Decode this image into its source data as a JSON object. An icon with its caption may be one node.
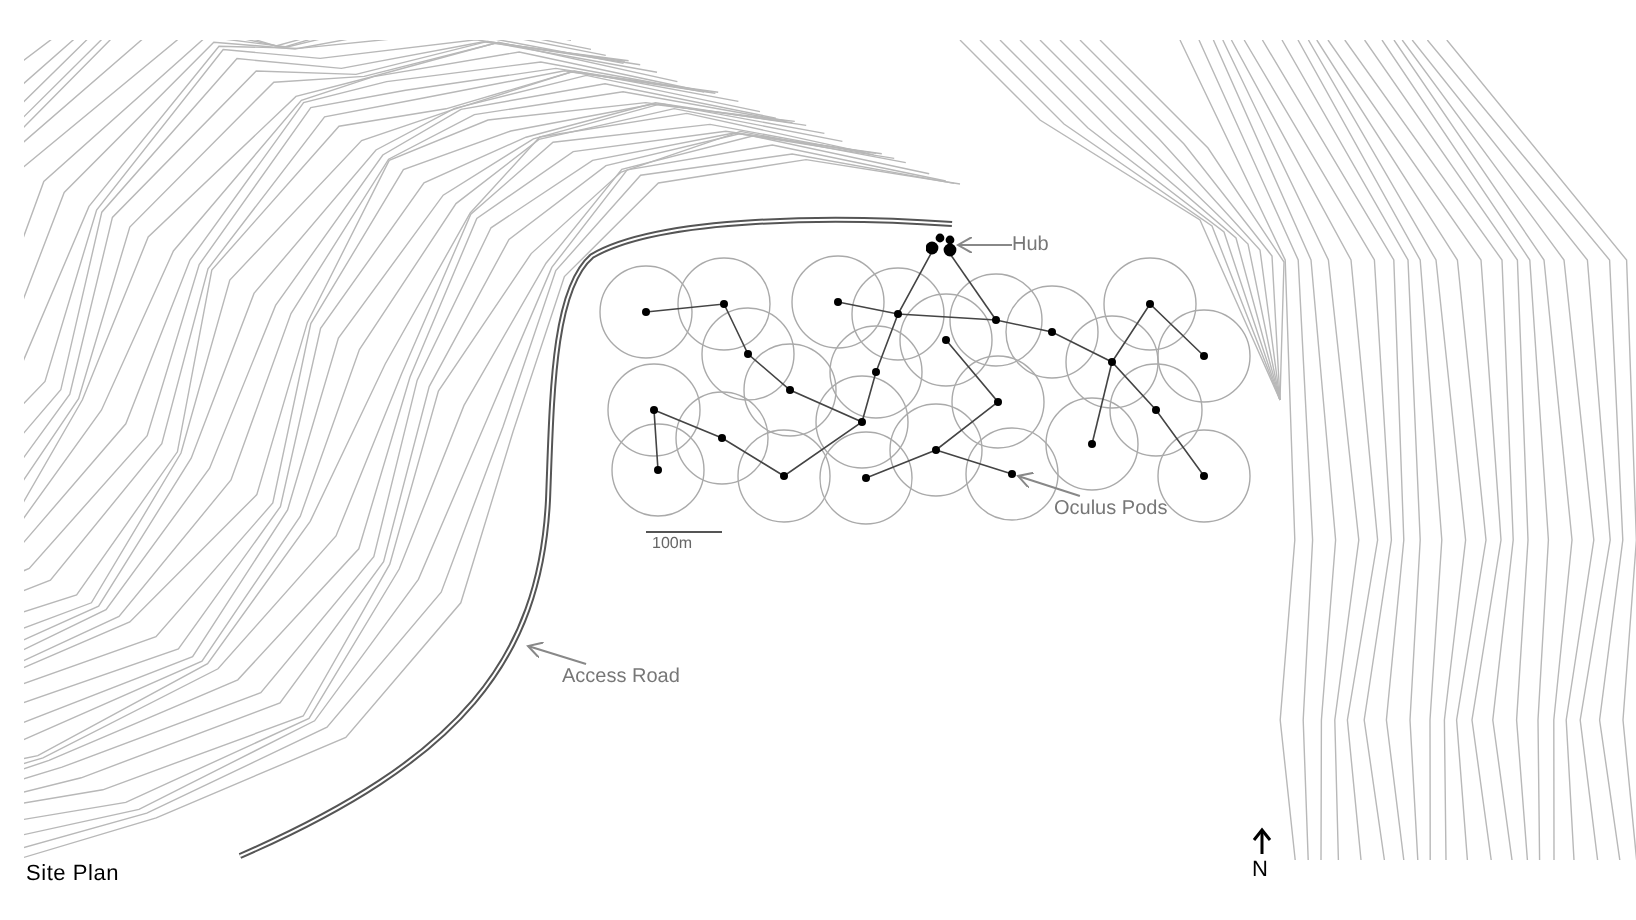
{
  "diagram": {
    "caption": "Site Plan",
    "nodes": [
      {
        "text": [
          "Hub"
        ]
      },
      {
        "text": [],
        "shape": "picture"
      },
      {
        "text": [
          "Oculus Pods"
        ]
      },
      {
        "text": [],
        "shape": "circle"
      },
      {
        "text": [
          "Access Road"
        ]
      }
    ],
    "edges": [
      {
        "from": 0,
        "to": 1,
        "arrow": "to"
      },
      {
        "from": 2,
        "to": 3,
        "arrow": "to"
      },
      {
        "from": 4,
        "to": null,
        "arrow": "to"
      }
    ],
    "labels": [
      "100m",
      "N"
    ]
  }
}
